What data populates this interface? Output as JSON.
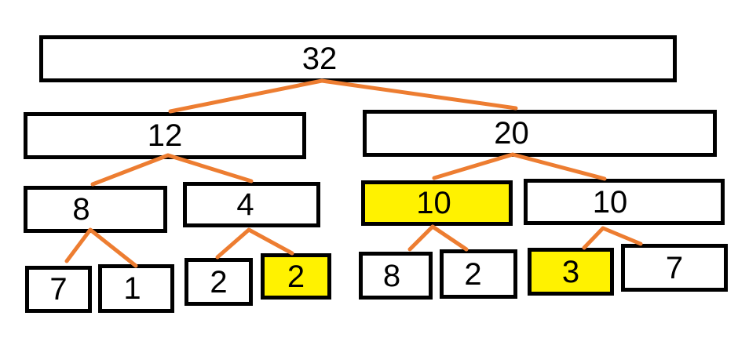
{
  "diagram": {
    "type": "number-decomposition-tree",
    "description": "Part-whole tree decomposing 32 into 12 and 20, then into smaller parts; some answer boxes are highlighted yellow",
    "nodes": {
      "root": {
        "value": "32",
        "highlighted": false
      },
      "left": {
        "value": "12",
        "highlighted": false
      },
      "right": {
        "value": "20",
        "highlighted": false
      },
      "left_left": {
        "value": "8",
        "highlighted": false
      },
      "left_right": {
        "value": "4",
        "highlighted": false
      },
      "right_left": {
        "value": "10",
        "highlighted": true
      },
      "right_right": {
        "value": "10",
        "highlighted": false
      },
      "leaf_7": {
        "value": "7",
        "highlighted": false
      },
      "leaf_1": {
        "value": "1",
        "highlighted": false
      },
      "leaf_2a": {
        "value": "2",
        "highlighted": false
      },
      "leaf_2b": {
        "value": "2",
        "highlighted": true
      },
      "leaf_8": {
        "value": "8",
        "highlighted": false
      },
      "leaf_2c": {
        "value": "2",
        "highlighted": false
      },
      "leaf_3": {
        "value": "3",
        "highlighted": true
      },
      "leaf_7b": {
        "value": "7",
        "highlighted": false
      }
    },
    "edges": [
      "root-left",
      "root-right",
      "left-left_left",
      "left-left_right",
      "right-right_left",
      "right-right_right",
      "left_left-leaf_7",
      "left_left-leaf_1",
      "left_right-leaf_2a",
      "left_right-leaf_2b",
      "right_left-leaf_8",
      "right_left-leaf_2c",
      "right_right-leaf_3",
      "right_right-leaf_7b"
    ]
  },
  "colors": {
    "background": "#ffffff",
    "box_fill": "#ffffff",
    "box_border": "#000000",
    "highlight_fill": "#fff200",
    "connector": "#ed7d31",
    "text": "#000000"
  }
}
